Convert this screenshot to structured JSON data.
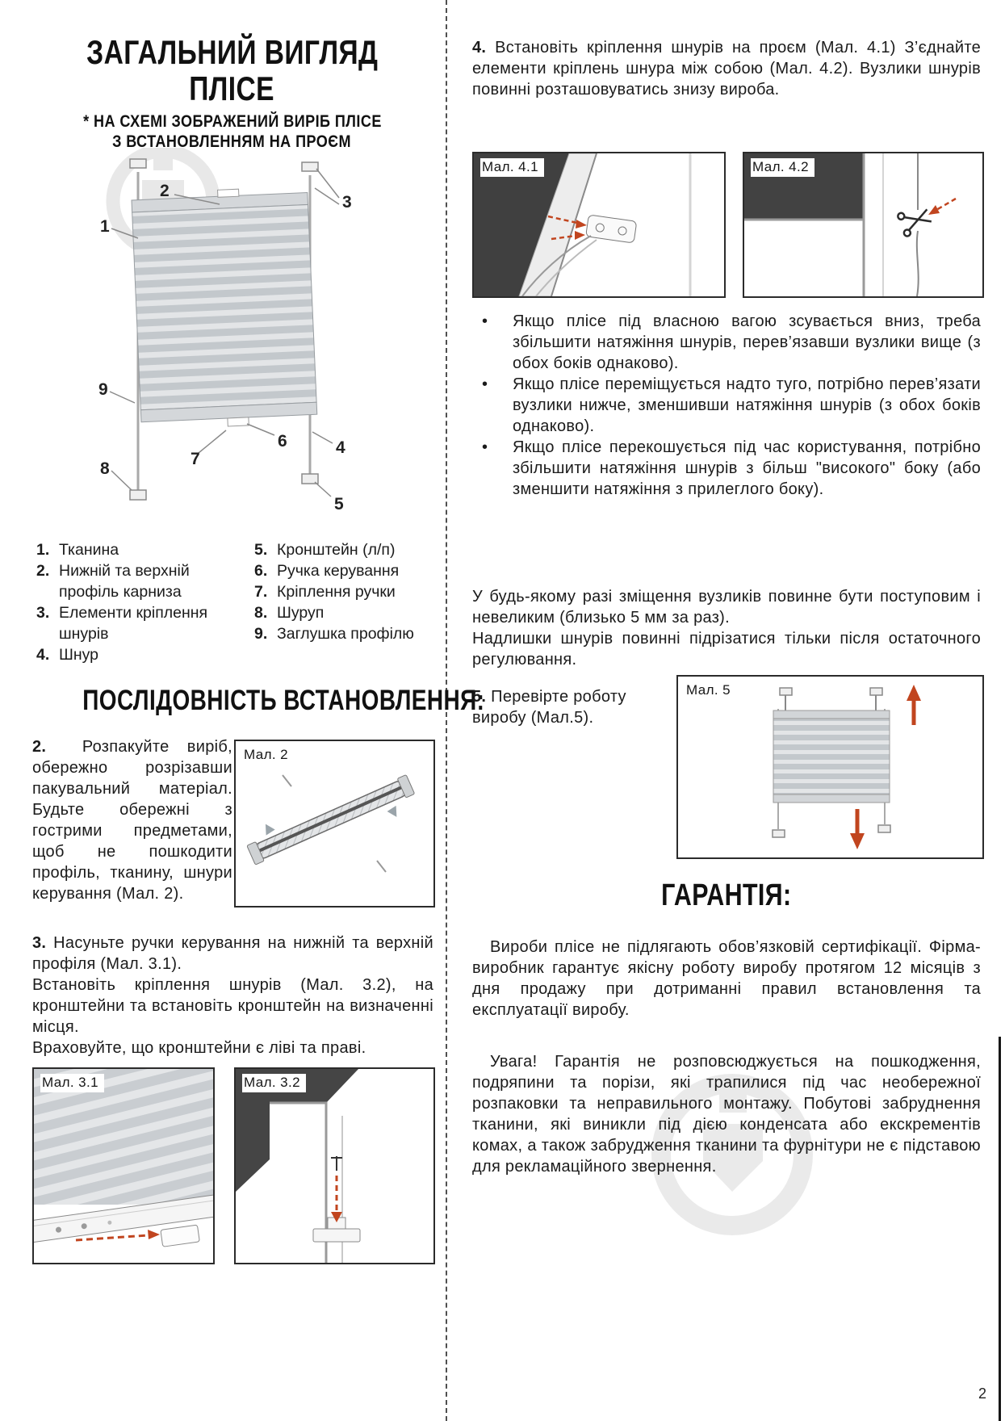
{
  "colors": {
    "arrow_accent": "#c1451f",
    "watermark": "#d2d2d2",
    "text": "#1b1b1b",
    "pleat_dark": "#c3c8cc",
    "pleat_light": "#e3e5e7"
  },
  "page": {
    "number": "2"
  },
  "left": {
    "title": {
      "line1": "ЗАГАЛЬНИЙ ВИГЛЯД",
      "line2": "ПЛІСЕ"
    },
    "subtitle": {
      "line1": "* НА СХЕМІ ЗОБРАЖЕНИЙ ВИРІБ ПЛІСЕ",
      "line2": "З ВСТАНОВЛЕННЯМ НА ПРОЄМ"
    },
    "diagram": {
      "callouts": [
        "1",
        "2",
        "3",
        "4",
        "5",
        "6",
        "7",
        "8",
        "9"
      ]
    },
    "legend": {
      "col1": [
        {
          "num": "1.",
          "label": "Тканина"
        },
        {
          "num": "2.",
          "label": "Нижній та верхній профіль карниза"
        },
        {
          "num": "3.",
          "label": "Елементи кріплення шнурів"
        },
        {
          "num": "4.",
          "label": "Шнур"
        }
      ],
      "col2": [
        {
          "num": "5.",
          "label": "Кронштейн (л/п)"
        },
        {
          "num": "6.",
          "label": "Ручка керування"
        },
        {
          "num": "7.",
          "label": "Кріплення ручки"
        },
        {
          "num": "8.",
          "label": "Шуруп"
        },
        {
          "num": "9.",
          "label": "Заглушка профілю"
        }
      ]
    },
    "sequence_title": "ПОСЛІДОВНІСТЬ ВСТАНОВЛЕННЯ:",
    "step2": {
      "num": "2.",
      "text": "Розпакуйте виріб, обережно розрізавши пакувальний матеріал. Будьте обережні з гострими предметами, щоб не пошкодити профіль, тканину, шнури керування (Мал. 2)."
    },
    "fig2": {
      "label": "Мал. 2"
    },
    "step3": {
      "num": "3.",
      "p1": "Насуньте ручки керування на нижній та верхній профіля (Мал. 3.1).",
      "p2": "Встановіть кріплення шнурів (Мал. 3.2), на кронштейни та встановіть кронштейн на визначенні місця.",
      "p3": "Враховуйте, що кронштейни є ліві та праві."
    },
    "fig31": {
      "label": "Мал. 3.1"
    },
    "fig32": {
      "label": "Мал. 3.2"
    }
  },
  "right": {
    "step4": {
      "num": "4.",
      "text": "Встановіть кріплення шнурів на проєм (Мал. 4.1) З’єднайте елементи кріплень шнура між собою (Мал. 4.2). Вузлики шнурів повинні розташовуватись знизу вироба."
    },
    "fig41": {
      "label": "Мал. 4.1"
    },
    "fig42": {
      "label": "Мал. 4.2"
    },
    "bullets": [
      "Якщо плісе під власною вагою зсувається вниз, треба збільшити натяжіння шнурів, перев’язавши вузлики вище (з обох боків однаково).",
      "Якщо плісе переміщується надто туго, потрібно перев’язати вузлики нижче, зменшивши натяжіння шнурів (з обох боків однаково).",
      "Якщо плісе перекошується під час користування, потрібно збільшити натяжіння шнурів з більш \"високого\" боку (або зменшити натяжіння з прилеглого боку)."
    ],
    "adjust_note_p1": "У будь-якому разі зміщення вузликів повинне бути поступовим і невеликим (близько 5 мм за раз).",
    "adjust_note_p2": "Надлишки шнурів повинні підрізатися тільки після остаточного регулювання.",
    "step5": {
      "num": "5.",
      "text": "Перевірте роботу виробу (Мал.5)."
    },
    "fig5": {
      "label": "Мал. 5"
    },
    "warranty": {
      "title": "ГАРАНТІЯ:",
      "p1": "Вироби плісе не підлягають обов’язковій сертифікації. Фірма-виробник гарантує якісну роботу виробу протягом 12 місяців з дня продажу при дотриманні правил встановлення та експлуатації виробу.",
      "p2": "Увага! Гарантія не розповсюджується на пошкодження, подряпини та порізи, які трапилися під час необережної розпаковки та неправильного монтажу. Побутові забруднення тканини, які виникли під дією конденсата або екскрементів комах, а також забрудження тканини та фурнітури не є підставою для рекламаційного звернення."
    }
  }
}
